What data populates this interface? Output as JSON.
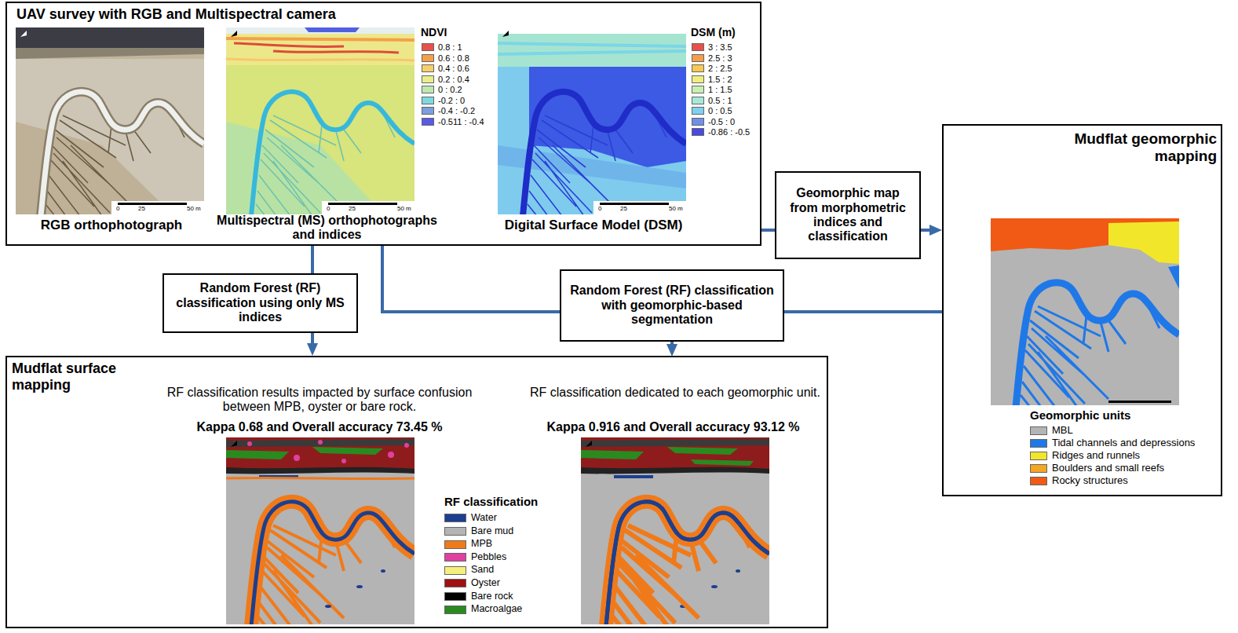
{
  "diagram": {
    "nodes": [
      {
        "text": [
          "UAV survey with RGB and Multispectral camera",
          "RGB orthophotograph",
          "Multispectral (MS) orthophotographs and indices",
          "Digital Surface Model (DSM)"
        ]
      },
      {
        "text": [
          "Geomorphic map from morphometric indices and classification"
        ]
      },
      {
        "text": [
          "Mudflat geomorphic mapping"
        ]
      },
      {
        "text": [
          "Random Forest (RF) classification using only MS indices"
        ]
      },
      {
        "text": [
          "Random Forest (RF) classification with geomorphic-based segmentation"
        ]
      },
      {
        "text": [
          "Mudflat surface mapping",
          "RF classification results impacted by surface confusion between MPB, oyster or bare rock.",
          "Kappa 0.68 and Overall accuracy 73.45 %",
          "RF classification dedicated to each geomorphic unit.",
          "Kappa 0.916 and Overall accuracy 93.12 %"
        ]
      }
    ],
    "edges": [
      {
        "from": 0,
        "to": 1,
        "arrow": "none"
      },
      {
        "from": 1,
        "to": 2,
        "arrow": "to"
      },
      {
        "from": 0,
        "to": 3,
        "arrow": "none"
      },
      {
        "from": 3,
        "to": 5,
        "arrow": "to"
      },
      {
        "from": 0,
        "to": 4,
        "arrow": "none"
      },
      {
        "from": 2,
        "to": 4,
        "arrow": "none"
      },
      {
        "from": 4,
        "to": 5,
        "arrow": "to"
      }
    ],
    "labels": [
      "NDVI",
      "DSM (m)",
      "0",
      "25",
      "50 m",
      "0",
      "25",
      "50 m",
      "0",
      "25",
      "50 m",
      "Geomorphic units",
      "RF classification"
    ],
    "legend": [
      {
        "text": "0.8 : 1",
        "color": "#e8504a"
      },
      {
        "text": "0.6 : 0.8",
        "color": "#f4a04a"
      },
      {
        "text": "0.4 : 0.6",
        "color": "#f8cf6a"
      },
      {
        "text": "0.2 : 0.4",
        "color": "#e8ee8a"
      },
      {
        "text": "0 : 0.2",
        "color": "#bde8b0"
      },
      {
        "text": "-0.2 : 0",
        "color": "#7dd8e0"
      },
      {
        "text": "-0.4 : -0.2",
        "color": "#7a9ee0"
      },
      {
        "text": "-0.511 : -0.4",
        "color": "#5a5ae6"
      },
      {
        "text": "3 : 3.5",
        "color": "#e8504a"
      },
      {
        "text": "2.5 : 3",
        "color": "#f4a04a"
      },
      {
        "text": "2 : 2.5",
        "color": "#f8c850"
      },
      {
        "text": "1.5 : 2",
        "color": "#f0ee80"
      },
      {
        "text": "1 : 1.5",
        "color": "#c8eeb0"
      },
      {
        "text": "0.5 : 1",
        "color": "#a8e8d8"
      },
      {
        "text": "0 : 0.5",
        "color": "#80d0f0"
      },
      {
        "text": "-0.5 : 0",
        "color": "#7090e8"
      },
      {
        "text": "-0.86 : -0.5",
        "color": "#4a4ae0"
      },
      {
        "text": "MBL",
        "color": "#b4b4b4"
      },
      {
        "text": "Tidal channels and depressions",
        "color": "#1f78e8"
      },
      {
        "text": "Ridges and runnels",
        "color": "#f2e62a"
      },
      {
        "text": "Boulders and small reefs",
        "color": "#f5a623"
      },
      {
        "text": "Rocky structures",
        "color": "#f05a14"
      },
      {
        "text": "Water",
        "color": "#1c3f8f"
      },
      {
        "text": "Bare mud",
        "color": "#b4b4b4"
      },
      {
        "text": "MPB",
        "color": "#f07a1a"
      },
      {
        "text": "Pebbles",
        "color": "#e040a0"
      },
      {
        "text": "Sand",
        "color": "#f5f07a"
      },
      {
        "text": "Oyster",
        "color": "#a01010"
      },
      {
        "text": "Bare rock",
        "color": "#000000"
      },
      {
        "text": "Macroalgae",
        "color": "#2a8a20"
      }
    ]
  }
}
